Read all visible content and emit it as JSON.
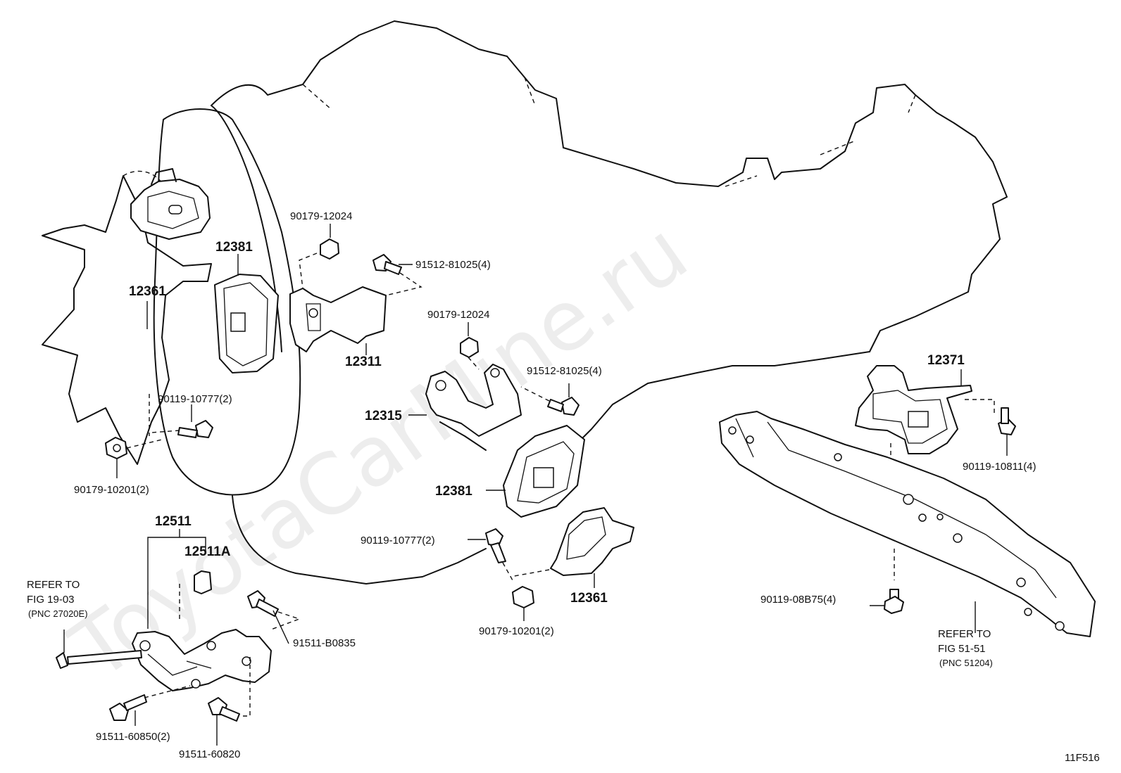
{
  "watermark": "ToyotaCarMine.ru",
  "figure_code": "11F516",
  "labels": {
    "p12381_top": "12381",
    "p12361_left": "12361",
    "p90179_12024_a": "90179-12024",
    "p91512_a": "91512-81025(4)",
    "p12311": "12311",
    "p90179_12024_b": "90179-12024",
    "p91512_b": "91512-81025(4)",
    "p12315": "12315",
    "p12381_mid": "12381",
    "p90119_10777_a": "90119-10777(2)",
    "p90179_10201_a": "90179-10201(2)",
    "p90119_10777_b": "90119-10777(2)",
    "p12361_mid": "12361",
    "p90179_10201_b": "90179-10201(2)",
    "p12371": "12371",
    "p90119_10811": "90119-10811(4)",
    "p90119_08b75": "90119-08B75(4)",
    "p12511": "12511",
    "p12511A": "12511A",
    "p91511_b0835": "91511-B0835",
    "p91511_60850": "91511-60850(2)",
    "p91511_60820": "91511-60820"
  },
  "refer_left": {
    "line1": "REFER TO",
    "line2": "FIG 19-03",
    "line3": "(PNC 27020E)"
  },
  "refer_right": {
    "line1": "REFER TO",
    "line2": "FIG 51-51",
    "line3": "(PNC 51204)"
  }
}
